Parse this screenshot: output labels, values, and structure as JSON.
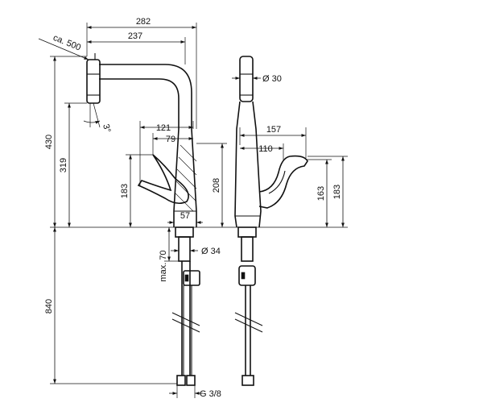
{
  "dimensions": {
    "width_total": "282",
    "width_spout": "237",
    "pull_out": "ca. 500",
    "spray_angle": "3°",
    "height_total": "430",
    "height_spout": "319",
    "lever_offset_121": "121",
    "lever_offset_79": "79",
    "lever_height_183": "183",
    "body_height_208": "208",
    "base_width_57": "57",
    "diameter_head": "Ø 30",
    "lever_width_157": "157",
    "lever_width_110": "110",
    "side_height_163": "163",
    "side_height_183": "183",
    "shank_diameter": "Ø 34",
    "max_worktop": "max. 70",
    "below_deck": "840",
    "connection": "G 3/8"
  },
  "colors": {
    "line": "#111111",
    "background": "#ffffff"
  }
}
